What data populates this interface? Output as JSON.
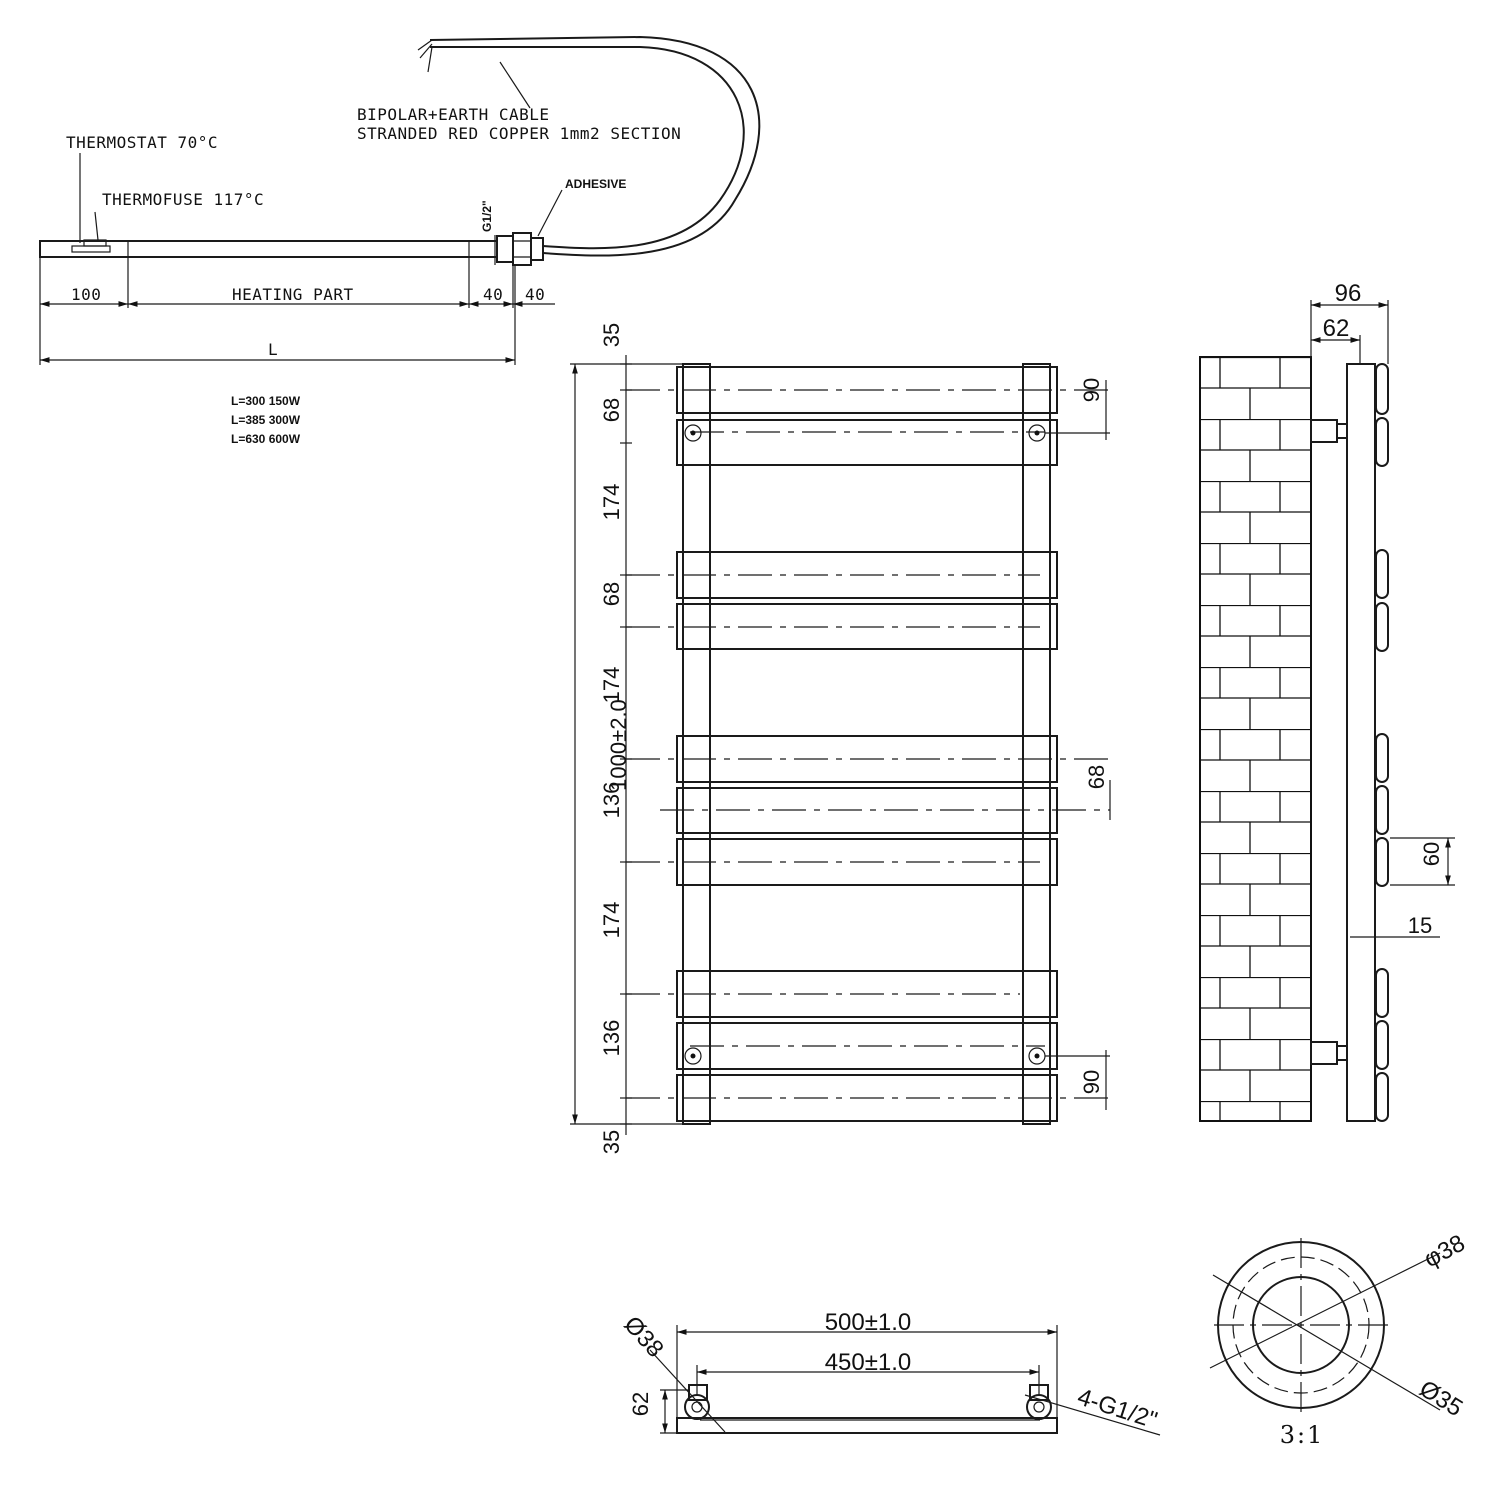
{
  "element_diagram": {
    "cable_label_1": "BIPOLAR+EARTH CABLE",
    "cable_label_2": "STRANDED RED COPPER 1mm2 SECTION",
    "thermostat": "THERMOSTAT 70°C",
    "thermofuse": "THERMOFUSE 117°C",
    "adhesive": "ADHESIVE",
    "thread": "G1/2\"",
    "dim_100": "100",
    "heating_part": "HEATING PART",
    "dim_40a": "40",
    "dim_40b": "40",
    "dim_l": "L",
    "power_table": [
      "L=300 150W",
      "L=385 300W",
      "L=630 600W"
    ]
  },
  "front_view": {
    "height": "1000±2.0",
    "left_dims": [
      "35",
      "68",
      "174",
      "68",
      "174",
      "136",
      "174",
      "136",
      "35"
    ],
    "right_dims": [
      "90",
      "68",
      "90"
    ]
  },
  "side_view": {
    "dim_96": "96",
    "dim_62": "62",
    "dim_60": "60",
    "dim_15": "15"
  },
  "top_view": {
    "width_outer": "500±1.0",
    "width_centers": "450±1.0",
    "pipe_dia": "Ø38",
    "depth": "62",
    "connections": "4-G1/2\""
  },
  "detail": {
    "outer_dia": "φ38",
    "inner_dia": "Ø35",
    "scale": "3:1"
  }
}
